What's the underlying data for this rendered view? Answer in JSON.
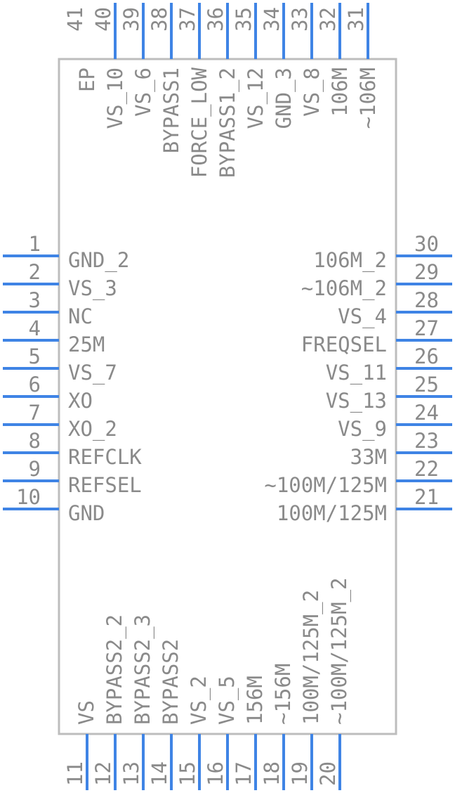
{
  "pins": {
    "left": [
      {
        "num": "1",
        "name": "GND_2"
      },
      {
        "num": "2",
        "name": "VS_3"
      },
      {
        "num": "3",
        "name": "NC"
      },
      {
        "num": "4",
        "name": "25M"
      },
      {
        "num": "5",
        "name": "VS_7"
      },
      {
        "num": "6",
        "name": "XO"
      },
      {
        "num": "7",
        "name": "XO_2"
      },
      {
        "num": "8",
        "name": "REFCLK"
      },
      {
        "num": "9",
        "name": "REFSEL"
      },
      {
        "num": "10",
        "name": "GND"
      }
    ],
    "bottom": [
      {
        "num": "11",
        "name": "VS"
      },
      {
        "num": "12",
        "name": "BYPASS2_2"
      },
      {
        "num": "13",
        "name": "BYPASS2_3"
      },
      {
        "num": "14",
        "name": "BYPASS2"
      },
      {
        "num": "15",
        "name": "VS_2"
      },
      {
        "num": "16",
        "name": "VS_5"
      },
      {
        "num": "17",
        "name": "156M"
      },
      {
        "num": "18",
        "name": "~156M"
      },
      {
        "num": "19",
        "name": "100M/125M_2"
      },
      {
        "num": "20",
        "name": "~100M/125M_2"
      }
    ],
    "right": [
      {
        "num": "30",
        "name": "106M_2"
      },
      {
        "num": "29",
        "name": "~106M_2"
      },
      {
        "num": "28",
        "name": "VS_4"
      },
      {
        "num": "27",
        "name": "FREQSEL"
      },
      {
        "num": "26",
        "name": "VS_11"
      },
      {
        "num": "25",
        "name": "VS_13"
      },
      {
        "num": "24",
        "name": "VS_9"
      },
      {
        "num": "23",
        "name": "33M"
      },
      {
        "num": "22",
        "name": "~100M/125M"
      },
      {
        "num": "21",
        "name": "100M/125M"
      }
    ],
    "top": [
      {
        "num": "41",
        "name": "EP"
      },
      {
        "num": "40",
        "name": "VS_10"
      },
      {
        "num": "39",
        "name": "VS_6"
      },
      {
        "num": "38",
        "name": "BYPASS1"
      },
      {
        "num": "37",
        "name": "FORCE_LOW"
      },
      {
        "num": "36",
        "name": "BYPASS1_2"
      },
      {
        "num": "35",
        "name": "VS_12"
      },
      {
        "num": "34",
        "name": "GND_3"
      },
      {
        "num": "33",
        "name": "VS_8"
      },
      {
        "num": "32",
        "name": "106M"
      },
      {
        "num": "31",
        "name": "~106M"
      }
    ]
  }
}
